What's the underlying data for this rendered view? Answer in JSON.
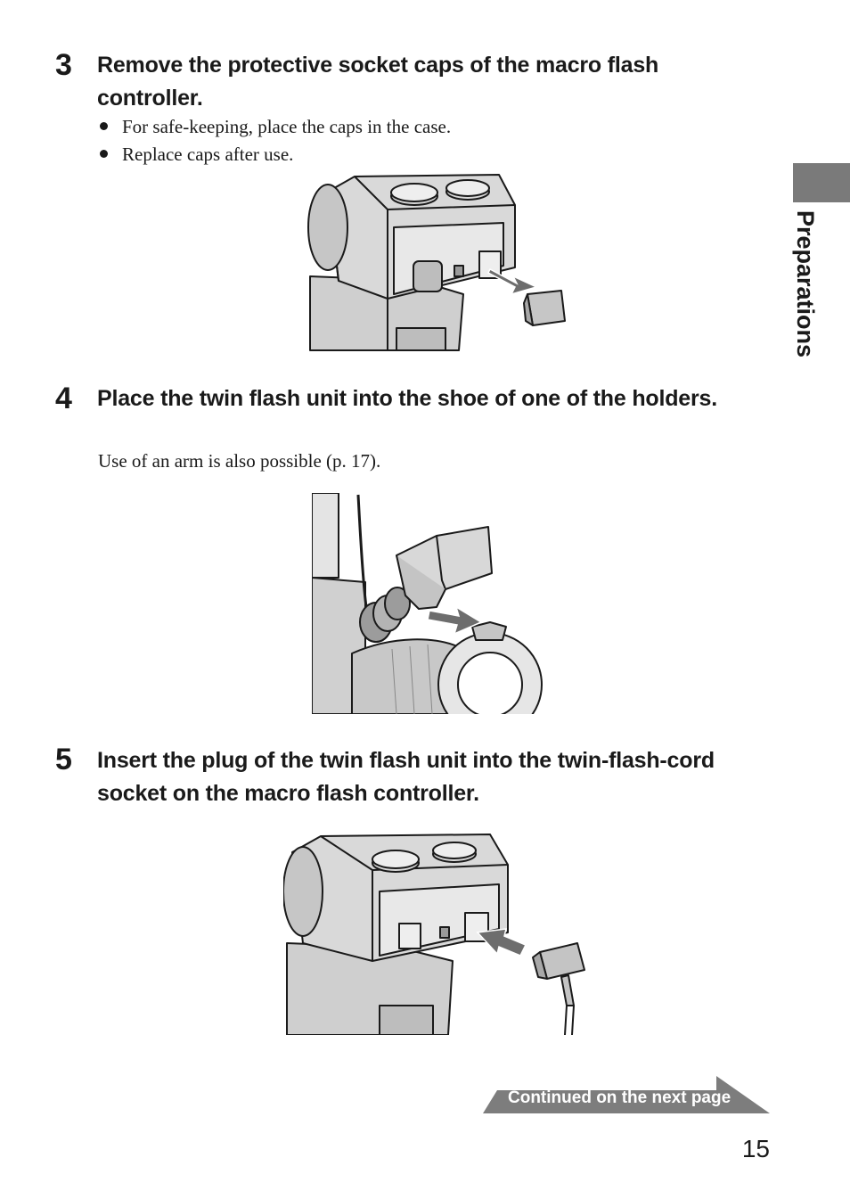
{
  "side_tab": {
    "label": "Preparations"
  },
  "steps": [
    {
      "number": "3",
      "title": "Remove the protective socket caps of the macro flash controller.",
      "bullets": [
        "For safe-keeping, place the caps in the case.",
        "Replace caps after use."
      ]
    },
    {
      "number": "4",
      "title": "Place the twin flash unit into the shoe of one of the holders.",
      "body": "Use of an arm is also possible (p. 17)."
    },
    {
      "number": "5",
      "title": "Insert the plug of the twin flash unit into the twin-flash-cord socket on the macro flash controller."
    }
  ],
  "footer": {
    "continued_label": "Continued on the next page",
    "page_number": "15"
  },
  "colors": {
    "tab_gray": "#7a7a7a",
    "banner_gray": "#7d7d7d",
    "arrow_gray": "#6d6d6d",
    "device_fill": "#d9d9d9"
  }
}
